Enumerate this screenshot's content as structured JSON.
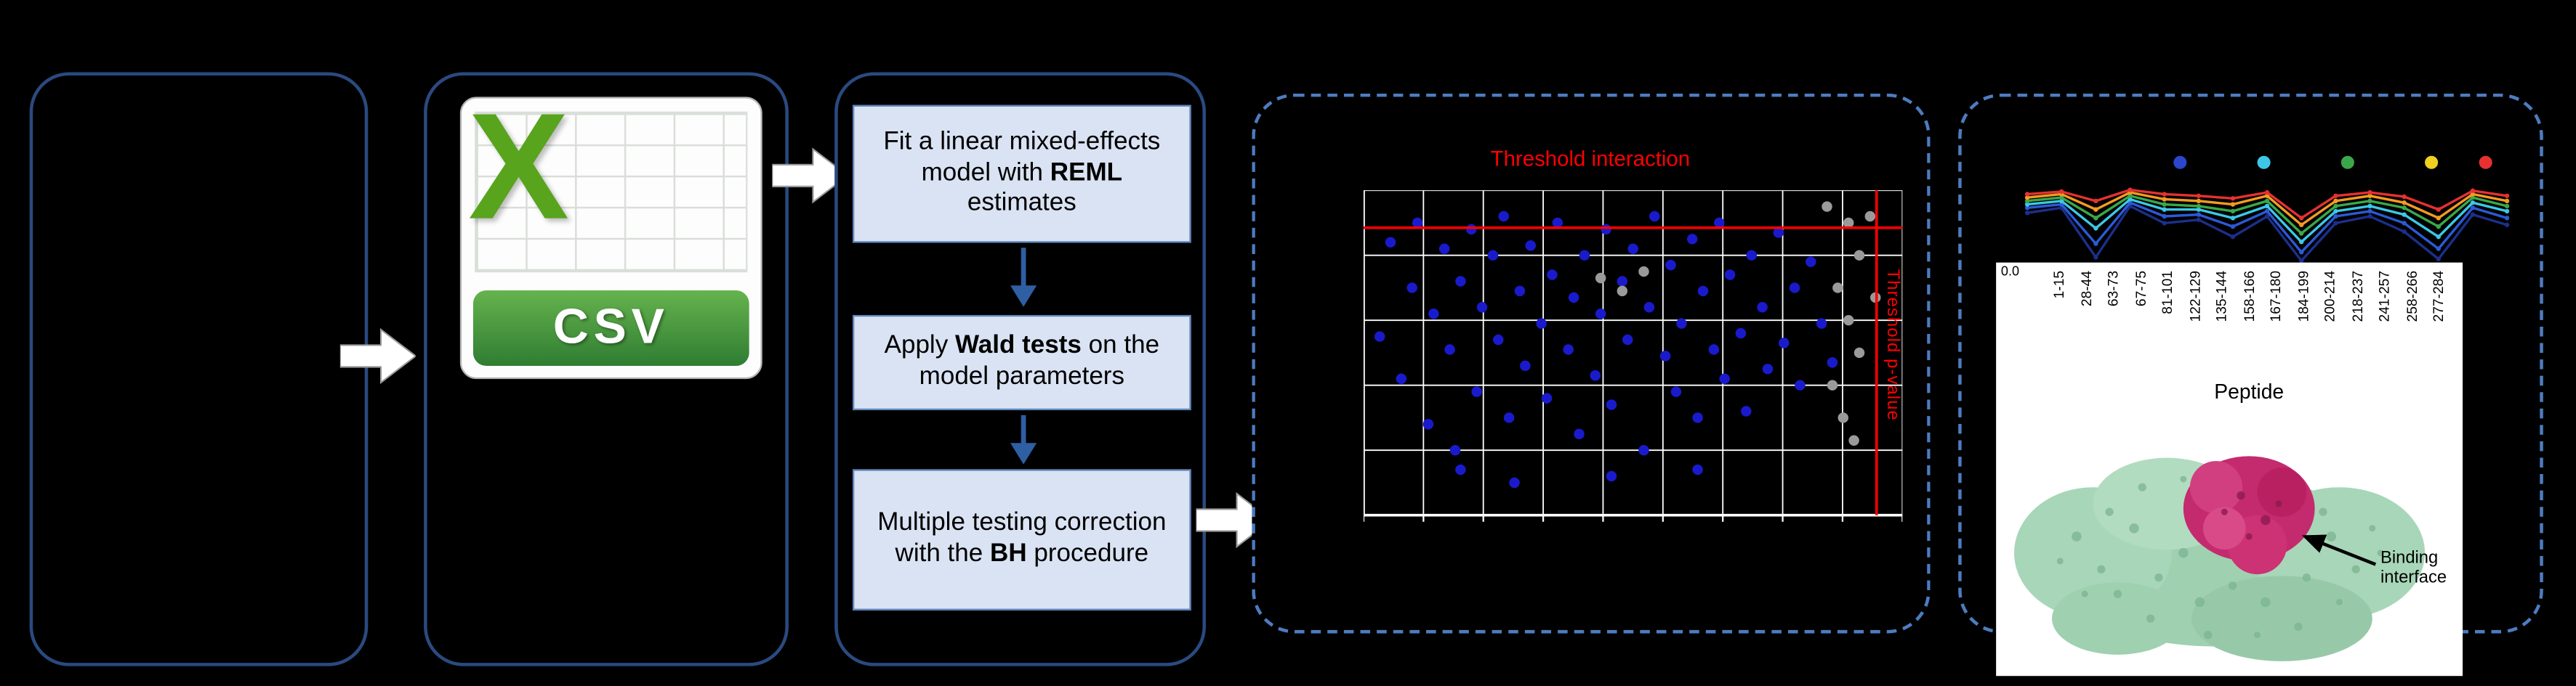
{
  "page": {
    "background": "#000000"
  },
  "colors": {
    "panel_border": "#2a4a80",
    "dashed_border": "#4d7cc0",
    "step_fill": "#dae3f3",
    "step_border": "#5d87c0",
    "arrow_blue": "#2e5fa3",
    "threshold_red": "#ff0000",
    "csv_green": "#58a41c",
    "banner_green": "#2f7d32"
  },
  "panels": {
    "csv": {
      "letter": "X",
      "label": "CSV"
    },
    "model": {
      "steps": [
        {
          "pre": "Fit a linear mixed-effects model with ",
          "bold": "REML",
          "post": " estimates"
        },
        {
          "pre": "Apply ",
          "bold": "Wald tests",
          "post": " on the model parameters"
        },
        {
          "pre": "Multiple testing correction with the ",
          "bold": "BH",
          "post": " procedure"
        }
      ]
    },
    "result": {
      "annotation": "Binding interface"
    }
  },
  "chart_data": [
    {
      "type": "scatter",
      "title": "Threshold interaction",
      "background": "#000000",
      "grid": true,
      "thresholds": {
        "label": "Threshold p-value",
        "color": "#ff0000",
        "horizontal_y_frac": 0.115,
        "vertical_x_frac": 0.952
      },
      "series": [
        {
          "name": "interaction-points",
          "color": "#1a1acd",
          "points": [
            [
              0.03,
              0.45
            ],
            [
              0.05,
              0.16
            ],
            [
              0.07,
              0.58
            ],
            [
              0.09,
              0.3
            ],
            [
              0.1,
              0.1
            ],
            [
              0.12,
              0.72
            ],
            [
              0.13,
              0.38
            ],
            [
              0.15,
              0.18
            ],
            [
              0.16,
              0.49
            ],
            [
              0.17,
              0.8
            ],
            [
              0.18,
              0.28
            ],
            [
              0.2,
              0.12
            ],
            [
              0.21,
              0.62
            ],
            [
              0.22,
              0.36
            ],
            [
              0.24,
              0.2
            ],
            [
              0.25,
              0.46
            ],
            [
              0.26,
              0.08
            ],
            [
              0.27,
              0.7
            ],
            [
              0.29,
              0.31
            ],
            [
              0.3,
              0.54
            ],
            [
              0.31,
              0.17
            ],
            [
              0.33,
              0.41
            ],
            [
              0.34,
              0.64
            ],
            [
              0.35,
              0.26
            ],
            [
              0.36,
              0.1
            ],
            [
              0.38,
              0.49
            ],
            [
              0.39,
              0.33
            ],
            [
              0.4,
              0.75
            ],
            [
              0.41,
              0.2
            ],
            [
              0.43,
              0.57
            ],
            [
              0.44,
              0.38
            ],
            [
              0.45,
              0.12
            ],
            [
              0.46,
              0.66
            ],
            [
              0.48,
              0.28
            ],
            [
              0.49,
              0.46
            ],
            [
              0.5,
              0.18
            ],
            [
              0.52,
              0.8
            ],
            [
              0.53,
              0.36
            ],
            [
              0.54,
              0.08
            ],
            [
              0.56,
              0.51
            ],
            [
              0.57,
              0.23
            ],
            [
              0.58,
              0.62
            ],
            [
              0.59,
              0.41
            ],
            [
              0.61,
              0.15
            ],
            [
              0.62,
              0.7
            ],
            [
              0.63,
              0.31
            ],
            [
              0.65,
              0.49
            ],
            [
              0.66,
              0.1
            ],
            [
              0.67,
              0.58
            ],
            [
              0.68,
              0.26
            ],
            [
              0.7,
              0.44
            ],
            [
              0.71,
              0.68
            ],
            [
              0.72,
              0.2
            ],
            [
              0.74,
              0.36
            ],
            [
              0.75,
              0.55
            ],
            [
              0.77,
              0.13
            ],
            [
              0.78,
              0.47
            ],
            [
              0.8,
              0.3
            ],
            [
              0.81,
              0.6
            ],
            [
              0.83,
              0.22
            ],
            [
              0.85,
              0.41
            ],
            [
              0.87,
              0.53
            ],
            [
              0.46,
              0.88
            ],
            [
              0.28,
              0.9
            ],
            [
              0.62,
              0.86
            ],
            [
              0.18,
              0.86
            ]
          ]
        },
        {
          "name": "nonsignificant-points",
          "color": "#9a9a9a",
          "points": [
            [
              0.86,
              0.05
            ],
            [
              0.9,
              0.1
            ],
            [
              0.92,
              0.2
            ],
            [
              0.88,
              0.3
            ],
            [
              0.9,
              0.4
            ],
            [
              0.92,
              0.5
            ],
            [
              0.87,
              0.6
            ],
            [
              0.89,
              0.7
            ],
            [
              0.91,
              0.77
            ],
            [
              0.94,
              0.08
            ],
            [
              0.44,
              0.27
            ],
            [
              0.48,
              0.31
            ],
            [
              0.52,
              0.25
            ],
            [
              0.95,
              0.33
            ]
          ]
        }
      ]
    },
    {
      "type": "line",
      "xlabel": "Peptide",
      "ytick_top": "0.0",
      "categories": [
        "1-15",
        "28-44",
        "63-73",
        "67-75",
        "81-101",
        "122-129",
        "135-144",
        "158-166",
        "167-180",
        "184-199",
        "200-214",
        "218-237",
        "241-257",
        "258-266",
        "277-284"
      ],
      "legend_dots": [
        {
          "x": 0.31,
          "color": "#2b45cc"
        },
        {
          "x": 0.48,
          "color": "#3cc8e6"
        },
        {
          "x": 0.65,
          "color": "#3aa84a"
        },
        {
          "x": 0.82,
          "color": "#f0d020"
        },
        {
          "x": 0.93,
          "color": "#e53230"
        }
      ],
      "series": [
        {
          "name": "series-navy",
          "color": "#1c2f8c",
          "values": [
            0.62,
            0.68,
            0.1,
            0.7,
            0.5,
            0.54,
            0.34,
            0.58,
            0.06,
            0.5,
            0.58,
            0.4,
            0.08,
            0.6,
            0.48
          ]
        },
        {
          "name": "series-blue",
          "color": "#2b5ad6",
          "values": [
            0.68,
            0.72,
            0.26,
            0.74,
            0.58,
            0.6,
            0.46,
            0.64,
            0.16,
            0.58,
            0.64,
            0.5,
            0.2,
            0.68,
            0.56
          ]
        },
        {
          "name": "series-cyan",
          "color": "#3cc8e6",
          "values": [
            0.72,
            0.76,
            0.44,
            0.78,
            0.66,
            0.66,
            0.56,
            0.7,
            0.28,
            0.64,
            0.7,
            0.6,
            0.34,
            0.74,
            0.64
          ]
        },
        {
          "name": "series-green",
          "color": "#3aa84a",
          "values": [
            0.76,
            0.8,
            0.56,
            0.82,
            0.72,
            0.7,
            0.64,
            0.76,
            0.38,
            0.7,
            0.76,
            0.68,
            0.46,
            0.8,
            0.7
          ]
        },
        {
          "name": "series-orange",
          "color": "#f59a23",
          "values": [
            0.8,
            0.84,
            0.66,
            0.86,
            0.78,
            0.76,
            0.72,
            0.82,
            0.48,
            0.76,
            0.82,
            0.74,
            0.56,
            0.84,
            0.76
          ]
        },
        {
          "name": "series-red",
          "color": "#e53230",
          "values": [
            0.84,
            0.87,
            0.76,
            0.89,
            0.84,
            0.82,
            0.79,
            0.86,
            0.56,
            0.82,
            0.86,
            0.81,
            0.66,
            0.88,
            0.82
          ]
        }
      ]
    }
  ]
}
